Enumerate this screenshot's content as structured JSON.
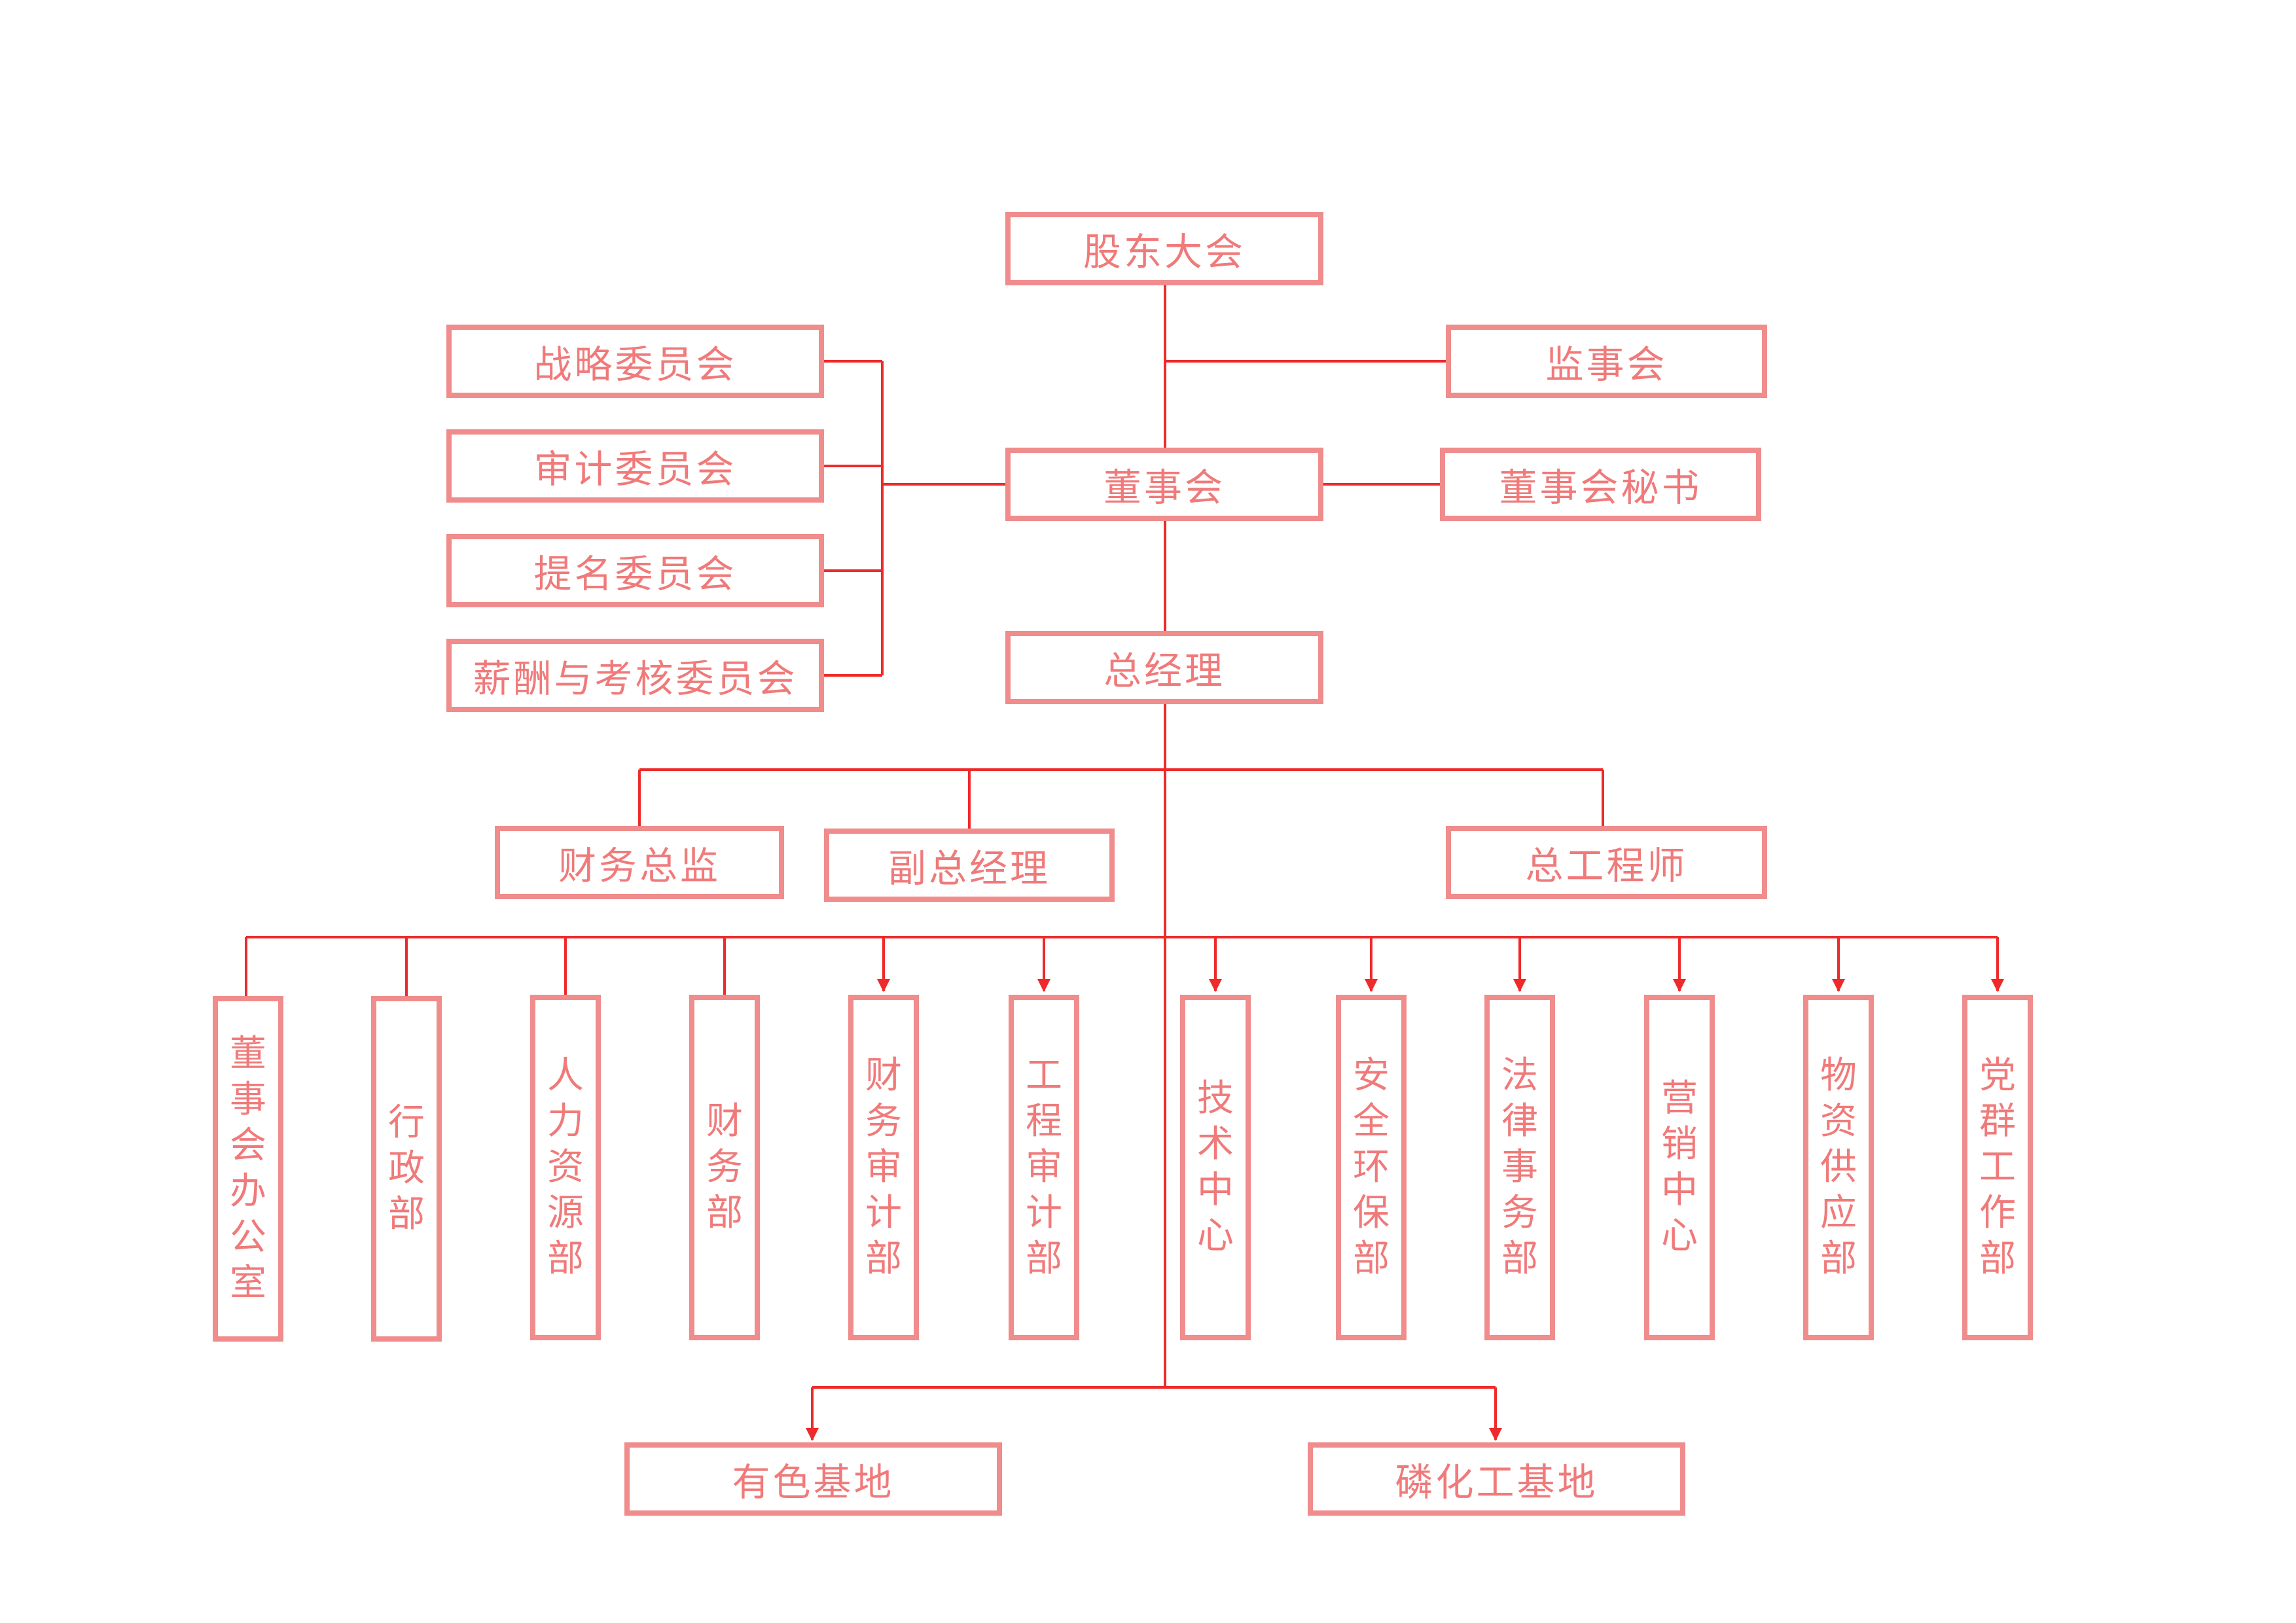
{
  "colors": {
    "line": "#ee2a2a",
    "border": "#f08c8c",
    "text": "#f07a7a"
  },
  "top": {
    "shareholders": "股东大会",
    "supervisory_board": "监事会",
    "board": "董事会",
    "board_secretary": "董事会秘书",
    "general_manager": "总经理"
  },
  "committees": [
    "战略委员会",
    "审计委员会",
    "提名委员会",
    "薪酬与考核委员会"
  ],
  "executives": {
    "cfo": "财务总监",
    "deputy_gm": "副总经理",
    "chief_engineer": "总工程师"
  },
  "departments": [
    "董事会办公室",
    "行政部",
    "人力资源部",
    "财务部",
    "财务审计部",
    "工程审计部",
    "技术中心",
    "安全环保部",
    "法律事务部",
    "营销中心",
    "物资供应部",
    "党群工作部"
  ],
  "bases": [
    "有色基地",
    "磷化工基地"
  ]
}
